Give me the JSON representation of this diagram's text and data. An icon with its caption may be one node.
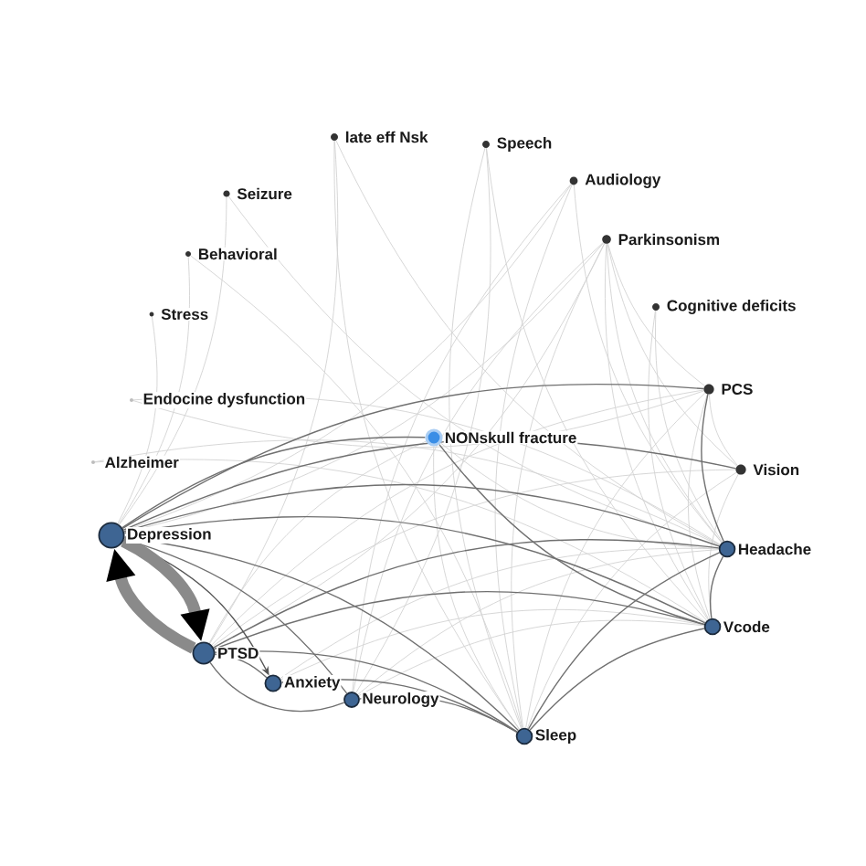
{
  "diagram": {
    "nodes": [
      {
        "text": [
          "late eff Nsk"
        ]
      },
      {
        "text": [
          "Speech"
        ]
      },
      {
        "text": [
          "Audiology"
        ]
      },
      {
        "text": [
          "Seizure"
        ]
      },
      {
        "text": [
          "Parkinsonism"
        ]
      },
      {
        "text": [
          "Behavioral"
        ]
      },
      {
        "text": [
          "Cognitive deficits"
        ]
      },
      {
        "text": [
          "Stress"
        ]
      },
      {
        "text": [
          "PCS"
        ]
      },
      {
        "text": [
          "Endocine dysfunction"
        ]
      },
      {
        "text": [
          "NONskull fracture"
        ]
      },
      {
        "text": [
          "Alzheimer"
        ]
      },
      {
        "text": [
          "Vision"
        ]
      },
      {
        "text": [
          "Depression"
        ]
      },
      {
        "text": [
          "Headache"
        ]
      },
      {
        "text": [
          "Vcode"
        ]
      },
      {
        "text": [
          "PTSD"
        ]
      },
      {
        "text": [
          "Anxiety"
        ]
      },
      {
        "text": [
          "Neurology"
        ]
      },
      {
        "text": [
          "Sleep"
        ]
      }
    ],
    "edges": [
      {
        "from": 4,
        "to": 19,
        "arrow": "none"
      },
      {
        "from": 4,
        "to": 14,
        "arrow": "none"
      },
      {
        "from": 4,
        "to": 15,
        "arrow": "none"
      },
      {
        "from": 4,
        "to": 13,
        "arrow": "none"
      },
      {
        "from": 4,
        "to": 16,
        "arrow": "none"
      },
      {
        "from": 4,
        "to": 18,
        "arrow": "none"
      },
      {
        "from": 4,
        "to": 8,
        "arrow": "none"
      },
      {
        "from": 4,
        "to": 12,
        "arrow": "none"
      },
      {
        "from": 2,
        "to": 18,
        "arrow": "none"
      },
      {
        "from": 2,
        "to": 19,
        "arrow": "none"
      },
      {
        "from": 2,
        "to": 14,
        "arrow": "none"
      },
      {
        "from": 2,
        "to": 13,
        "arrow": "none"
      },
      {
        "from": 1,
        "to": 19,
        "arrow": "none"
      },
      {
        "from": 1,
        "to": 18,
        "arrow": "none"
      },
      {
        "from": 1,
        "to": 15,
        "arrow": "none"
      },
      {
        "from": 0,
        "to": 19,
        "arrow": "none"
      },
      {
        "from": 0,
        "to": 16,
        "arrow": "none"
      },
      {
        "from": 0,
        "to": 14,
        "arrow": "none"
      },
      {
        "from": 6,
        "to": 14,
        "arrow": "none"
      },
      {
        "from": 6,
        "to": 15,
        "arrow": "none"
      },
      {
        "from": 3,
        "to": 13,
        "arrow": "none"
      },
      {
        "from": 3,
        "to": 14,
        "arrow": "none"
      },
      {
        "from": 5,
        "to": 13,
        "arrow": "none"
      },
      {
        "from": 5,
        "to": 19,
        "arrow": "none"
      },
      {
        "from": 7,
        "to": 13,
        "arrow": "none"
      },
      {
        "from": 9,
        "to": 8,
        "arrow": "none"
      },
      {
        "from": 9,
        "to": 14,
        "arrow": "none"
      },
      {
        "from": 11,
        "to": 14,
        "arrow": "none"
      },
      {
        "from": 11,
        "to": 15,
        "arrow": "none"
      },
      {
        "from": 10,
        "to": 14,
        "arrow": "none"
      },
      {
        "from": 10,
        "to": 19,
        "arrow": "none"
      },
      {
        "from": 10,
        "to": 16,
        "arrow": "none"
      },
      {
        "from": 12,
        "to": 19,
        "arrow": "none"
      },
      {
        "from": 12,
        "to": 15,
        "arrow": "none"
      },
      {
        "from": 12,
        "to": 16,
        "arrow": "none"
      },
      {
        "from": 12,
        "to": 8,
        "arrow": "none"
      },
      {
        "from": 8,
        "to": 19,
        "arrow": "none"
      },
      {
        "from": 8,
        "to": 16,
        "arrow": "none"
      },
      {
        "from": 8,
        "to": 15,
        "arrow": "none"
      },
      {
        "from": 17,
        "to": 14,
        "arrow": "none"
      },
      {
        "from": 17,
        "to": 15,
        "arrow": "none"
      },
      {
        "from": 18,
        "to": 14,
        "arrow": "none"
      },
      {
        "from": 18,
        "to": 15,
        "arrow": "none"
      },
      {
        "from": 13,
        "to": 18,
        "arrow": "none",
        "color": "#707070"
      },
      {
        "from": 13,
        "to": 19,
        "arrow": "none",
        "color": "#707070"
      },
      {
        "from": 13,
        "to": 15,
        "arrow": "none",
        "color": "#707070"
      },
      {
        "from": 13,
        "to": 14,
        "arrow": "none",
        "color": "#707070"
      },
      {
        "from": 13,
        "to": 12,
        "arrow": "none",
        "color": "#707070"
      },
      {
        "from": 13,
        "to": 8,
        "arrow": "none",
        "color": "#707070"
      },
      {
        "from": 13,
        "to": 10,
        "arrow": "none",
        "color": "#707070"
      },
      {
        "from": 16,
        "to": 17,
        "arrow": "none",
        "color": "#707070"
      },
      {
        "from": 16,
        "to": 18,
        "arrow": "none",
        "color": "#707070"
      },
      {
        "from": 16,
        "to": 19,
        "arrow": "none",
        "color": "#707070"
      },
      {
        "from": 16,
        "to": 15,
        "arrow": "none",
        "color": "#707070"
      },
      {
        "from": 16,
        "to": 14,
        "arrow": "none",
        "color": "#707070"
      },
      {
        "from": 17,
        "to": 19,
        "arrow": "none",
        "color": "#707070"
      },
      {
        "from": 18,
        "to": 19,
        "arrow": "none",
        "color": "#707070"
      },
      {
        "from": 19,
        "to": 15,
        "arrow": "none",
        "color": "#707070"
      },
      {
        "from": 19,
        "to": 14,
        "arrow": "none",
        "color": "#707070"
      },
      {
        "from": 15,
        "to": 14,
        "arrow": "none",
        "color": "#707070"
      },
      {
        "from": 14,
        "to": 8,
        "arrow": "none",
        "color": "#707070"
      },
      {
        "from": 10,
        "to": 15,
        "arrow": "none",
        "color": "#707070"
      },
      {
        "from": 13,
        "to": 17,
        "arrow": "to",
        "color": "#555555"
      },
      {
        "from": 13,
        "to": 16,
        "arrow": "to",
        "style": "thick",
        "color": "#8a8a8a"
      },
      {
        "from": 16,
        "to": 13,
        "arrow": "to",
        "style": "thick",
        "color": "#8a8a8a"
      }
    ]
  }
}
